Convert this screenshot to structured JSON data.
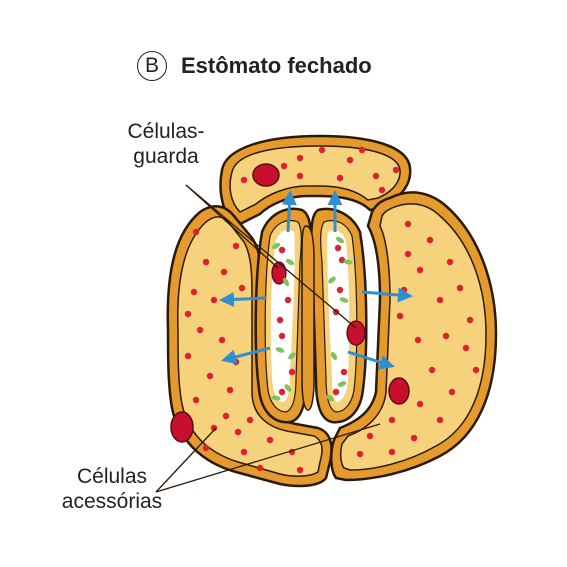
{
  "figure": {
    "panel_letter": "B",
    "title": "Estômato fechado"
  },
  "labels": {
    "guard_cells": [
      "Células-",
      "guarda"
    ],
    "accessory_cells": [
      "Células",
      "acessórias"
    ]
  },
  "colors": {
    "cell_fill": "#f6d27c",
    "cell_wall": "#e49a2c",
    "outline": "#2a1a0a",
    "chloroplast_red": "#e02030",
    "chloroplast_green": "#7cc45a",
    "nucleus": "#c8102e",
    "arrow": "#2f8fd0",
    "vacuole": "#ffffff"
  }
}
